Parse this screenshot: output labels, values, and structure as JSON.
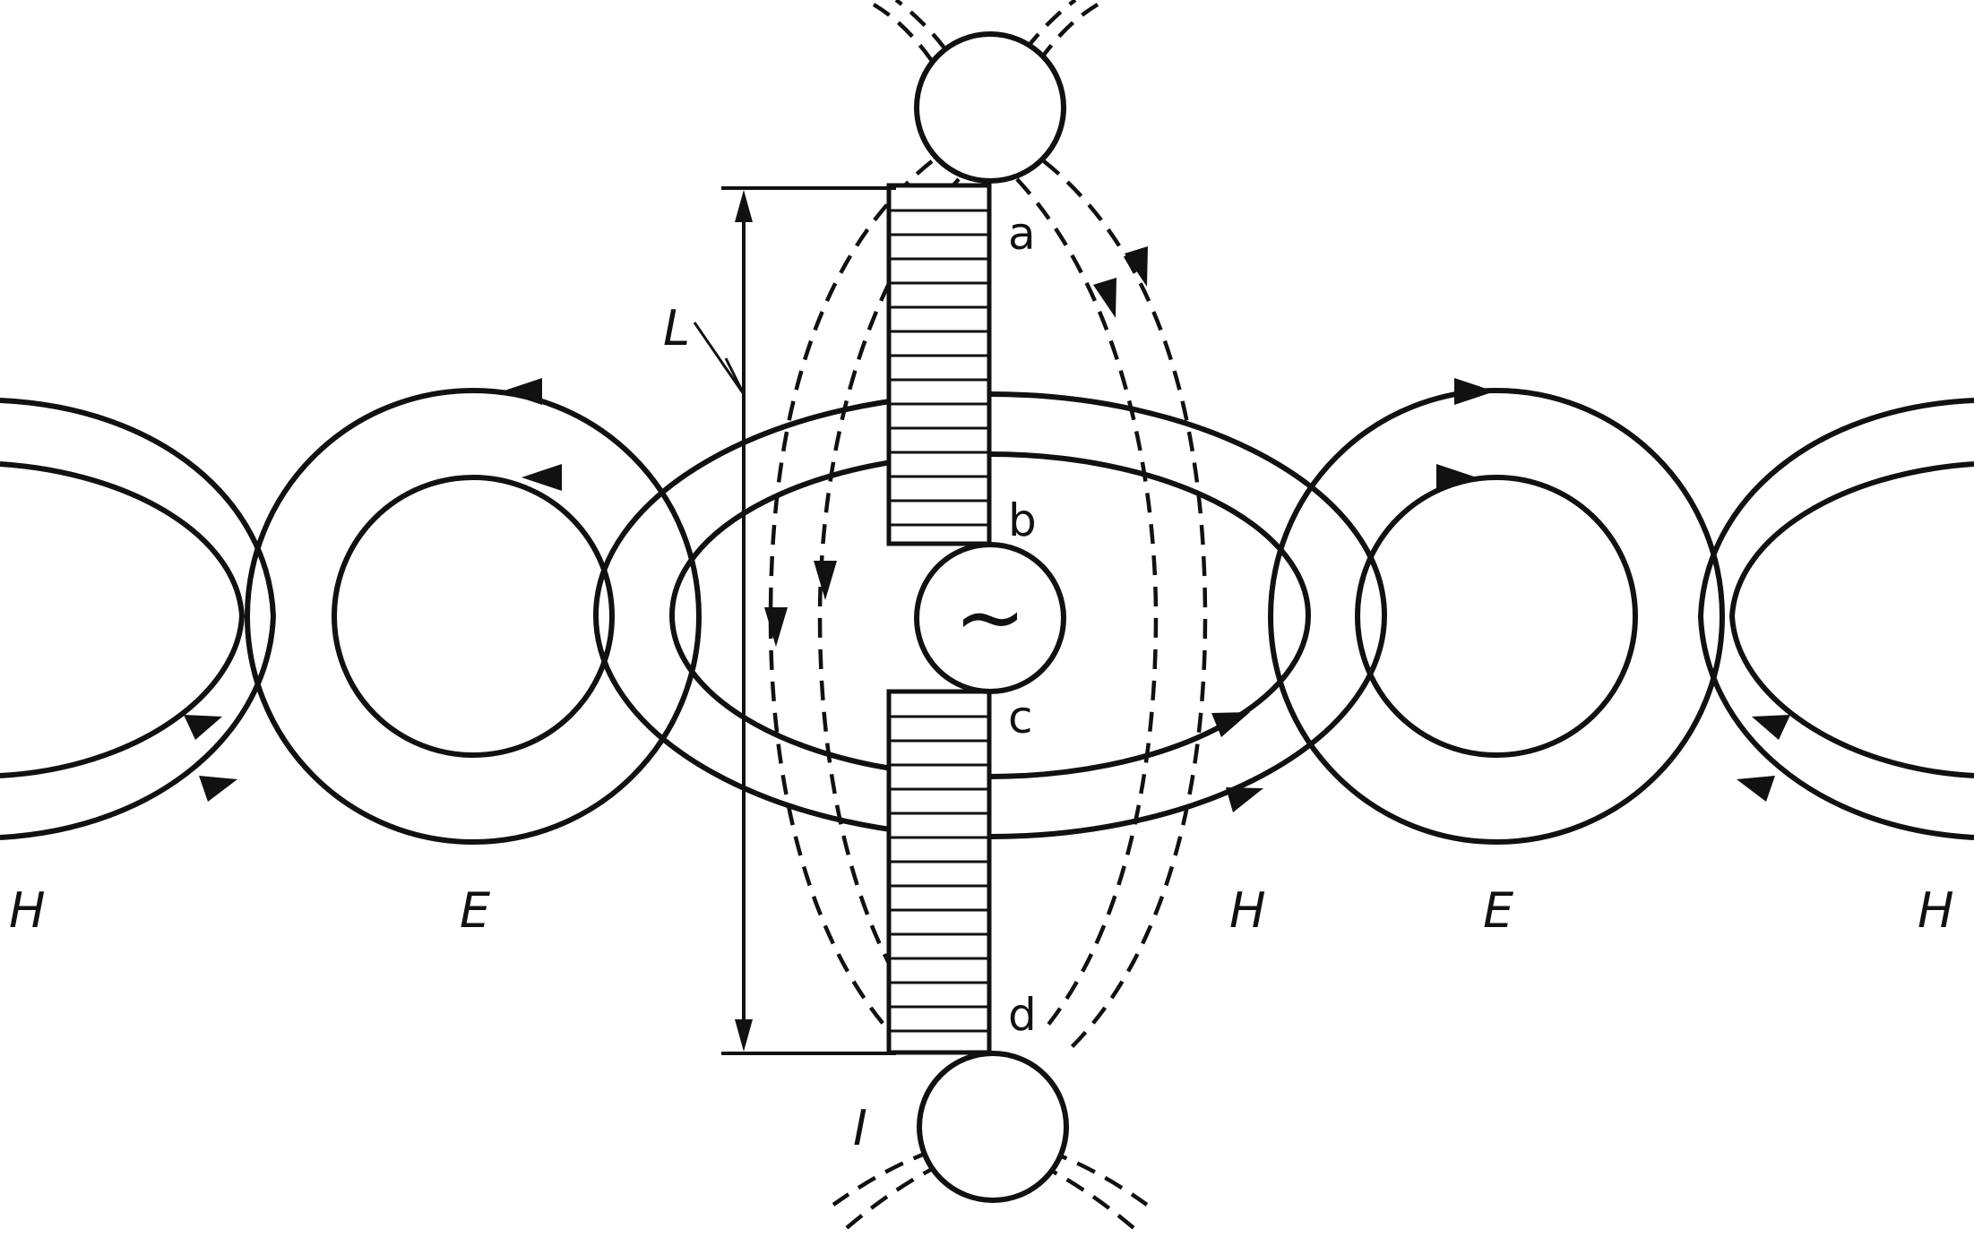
{
  "labels": {
    "length": "L",
    "current": "I",
    "point_a": "a",
    "point_b": "b",
    "point_c": "c",
    "point_d": "d",
    "generator_symbol": "~",
    "h_left": "H",
    "e_left": "E",
    "h_center_right": "H",
    "e_right": "E",
    "h_right": "H"
  },
  "colors": {
    "ink": "#111111",
    "paper": "#ffffff"
  }
}
